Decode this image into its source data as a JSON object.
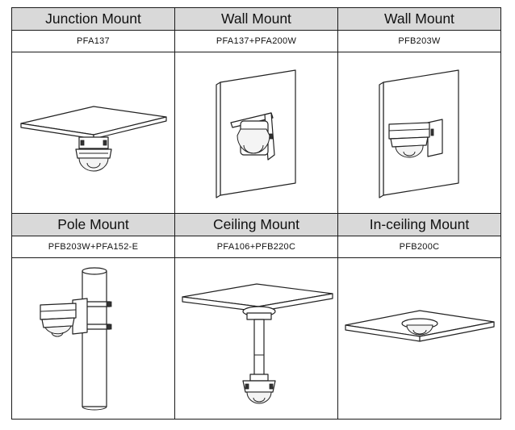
{
  "mounts": [
    {
      "title": "Junction Mount",
      "code": "PFA137",
      "illustration": "junction-mount-illustration"
    },
    {
      "title": "Wall Mount",
      "code": "PFA137+PFA200W",
      "illustration": "wall-mount-illustration"
    },
    {
      "title": "Wall Mount",
      "code": "PFB203W",
      "illustration": "wall-bracket-illustration"
    },
    {
      "title": "Pole Mount",
      "code": "PFB203W+PFA152-E",
      "illustration": "pole-mount-illustration"
    },
    {
      "title": "Ceiling Mount",
      "code": "PFA106+PFB220C",
      "illustration": "ceiling-mount-illustration"
    },
    {
      "title": "In-ceiling Mount",
      "code": "PFB200C",
      "illustration": "in-ceiling-mount-illustration"
    }
  ]
}
